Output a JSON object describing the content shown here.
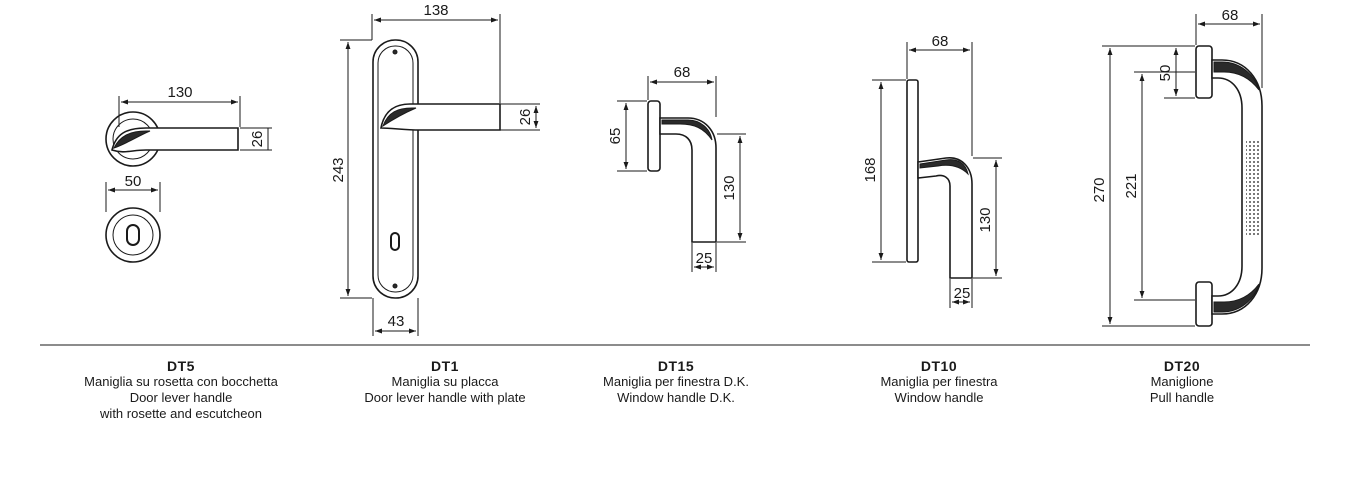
{
  "colors": {
    "ink": "#1a1a1a",
    "background": "#ffffff"
  },
  "products": [
    {
      "code": "DT5",
      "lines": [
        "Maniglia su rosetta con bocchetta",
        "Door lever handle",
        "with rosette and escutcheon"
      ],
      "dims": {
        "length": "130",
        "height": "26",
        "rosette": "50"
      }
    },
    {
      "code": "DT1",
      "lines": [
        "Maniglia su placca",
        "Door lever handle with plate"
      ],
      "dims": {
        "length": "138",
        "plate_height": "243",
        "height": "26",
        "plate_width": "43"
      }
    },
    {
      "code": "DT15",
      "lines": [
        "Maniglia per finestra D.K.",
        "Window handle D.K."
      ],
      "dims": {
        "length": "68",
        "base": "65",
        "drop": "130",
        "width": "25"
      }
    },
    {
      "code": "DT10",
      "lines": [
        "Maniglia per finestra",
        "Window handle"
      ],
      "dims": {
        "length": "68",
        "plate": "168",
        "drop": "130",
        "width": "25"
      }
    },
    {
      "code": "DT20",
      "lines": [
        "Maniglione",
        "Pull handle"
      ],
      "dims": {
        "depth": "68",
        "base": "50",
        "overall": "270",
        "centres": "221"
      }
    }
  ]
}
